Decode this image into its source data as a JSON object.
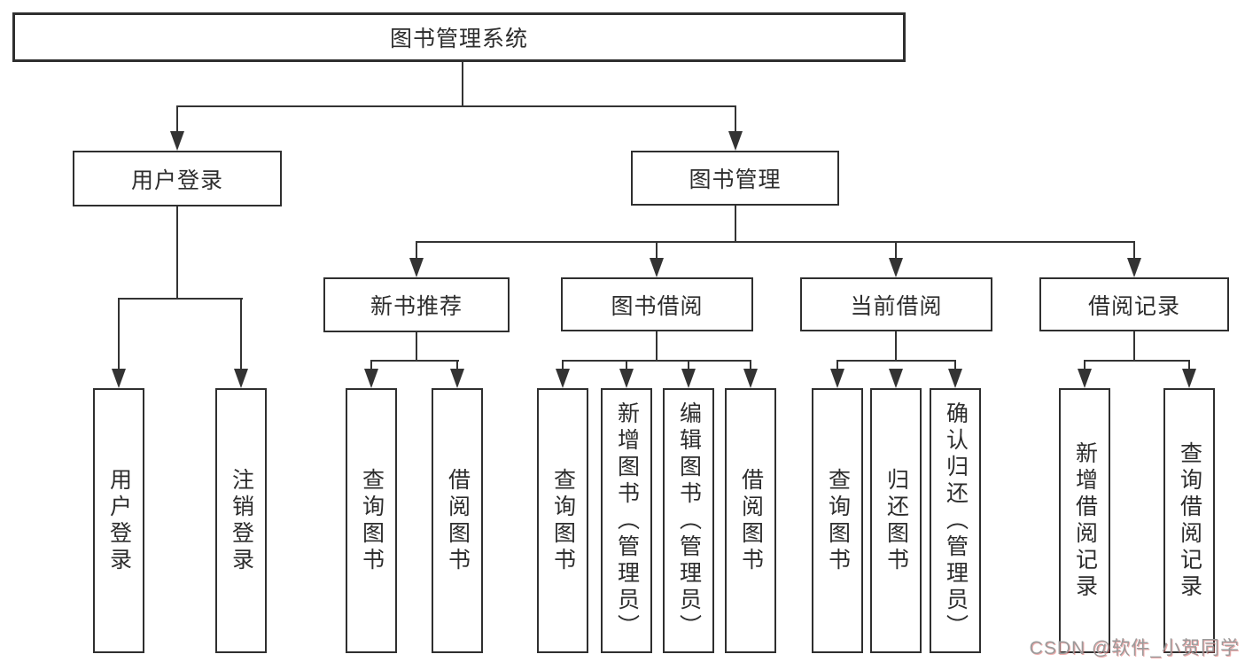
{
  "diagram": {
    "root": "图书管理系统",
    "level2": {
      "user_login": "用户登录",
      "book_management": "图书管理"
    },
    "level3": {
      "new_book_recommend": "新书推荐",
      "book_borrowing": "图书借阅",
      "current_borrowing": "当前借阅",
      "borrowing_records": "借阅记录"
    },
    "leaves": {
      "user_login_children": [
        "用户登录",
        "注销登录"
      ],
      "new_book_recommend_children": [
        "查询图书",
        "借阅图书"
      ],
      "book_borrowing_children": [
        "查询图书",
        "新增图书（管理员）",
        "编辑图书（管理员）",
        "借阅图书"
      ],
      "current_borrowing_children": [
        "查询图书",
        "归还图书",
        "确认归还（管理员）"
      ],
      "borrowing_records_children": [
        "新增借阅记录",
        "查询借阅记录"
      ]
    }
  },
  "watermark": {
    "text": "CSDN @软件_小贺同学"
  },
  "colors": {
    "line": "#333333",
    "text": "#2d2d2d",
    "watermark_gray": "#9b9b9b",
    "watermark_red": "#e05a5a",
    "background": "#ffffff"
  }
}
